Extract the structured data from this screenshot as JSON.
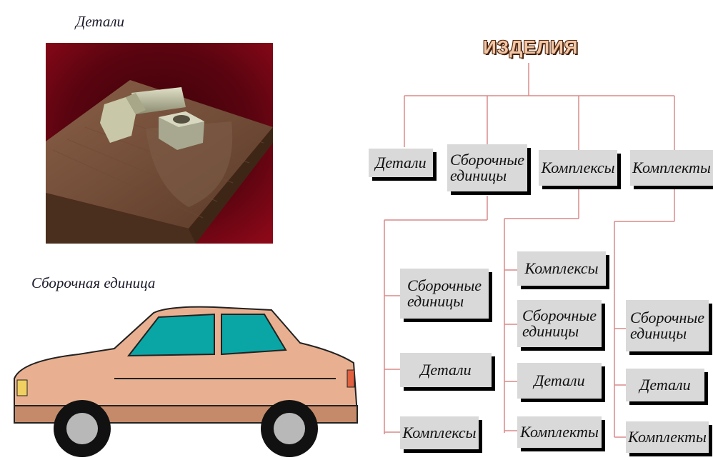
{
  "left": {
    "parts_caption": "Детали",
    "assembly_caption": "Сборочная единица"
  },
  "tree": {
    "root": "ИЗДЕЛИЯ",
    "level1": [
      "Детали",
      "Сборочные\nединицы",
      "Комплексы",
      "Комплекты"
    ],
    "assembly_children": [
      "Сборочные\nединицы",
      "Детали",
      "Комплексы"
    ],
    "complex_children": [
      "Комплексы",
      "Сборочные\nединицы",
      "Детали",
      "Комплекты"
    ],
    "kit_children": [
      "Сборочные\nединицы",
      "Детали",
      "Комплекты"
    ]
  },
  "colors": {
    "connector": "#d98a8a",
    "box": "#d9d9d9",
    "root_text": "#f0c8a8"
  }
}
